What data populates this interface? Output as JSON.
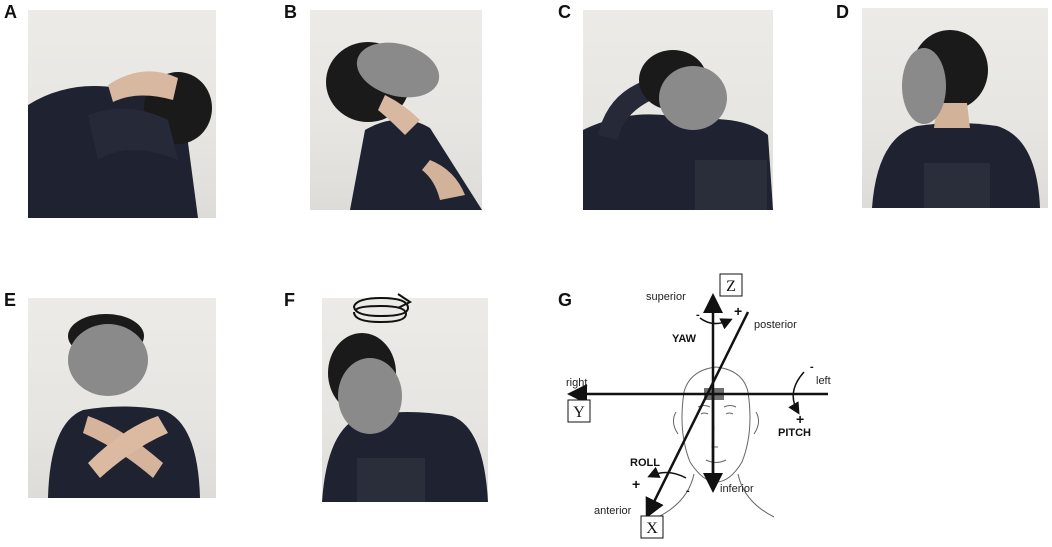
{
  "panels": {
    "a": {
      "label": "A"
    },
    "b": {
      "label": "B"
    },
    "c": {
      "label": "C"
    },
    "d": {
      "label": "D"
    },
    "e": {
      "label": "E"
    },
    "f": {
      "label": "F"
    },
    "g": {
      "label": "G"
    }
  },
  "diagram": {
    "axes": {
      "z": "Z",
      "y": "Y",
      "x": "X"
    },
    "directions": {
      "superior": "superior",
      "posterior": "posterior",
      "right": "right",
      "left": "left",
      "inferior": "inferior",
      "anterior": "anterior"
    },
    "rotations": {
      "yaw": "YAW",
      "pitch": "PITCH",
      "roll": "ROLL"
    },
    "signs": {
      "minus": "-",
      "plus": "+"
    }
  },
  "colors": {
    "shirt": "#1f2230",
    "hair": "#1a1a1a",
    "face_blur": "#8a8a8a",
    "wall": "#e8e7e4"
  }
}
